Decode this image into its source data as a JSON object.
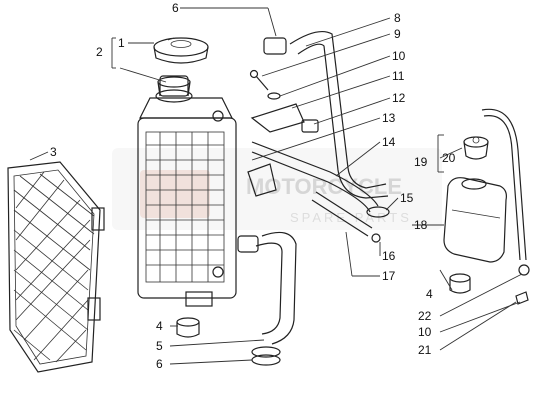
{
  "labels": {
    "l1": "1",
    "l2": "2",
    "l3": "3",
    "l4a": "4",
    "l4b": "4",
    "l5": "5",
    "l6a": "6",
    "l6b": "6",
    "l8": "8",
    "l9": "9",
    "l10a": "10",
    "l10b": "10",
    "l11": "11",
    "l12": "12",
    "l13": "13",
    "l14": "14",
    "l15": "15",
    "l16": "16",
    "l17": "17",
    "l18": "18",
    "l19": "19",
    "l20": "20",
    "l21": "21",
    "l22": "22"
  },
  "watermark": {
    "brand": "MOTORCYCLE",
    "sub": "SPARE PARTS"
  },
  "colors": {
    "line": "#222222",
    "watermark": "#d0d0d0",
    "background": "#ffffff"
  }
}
